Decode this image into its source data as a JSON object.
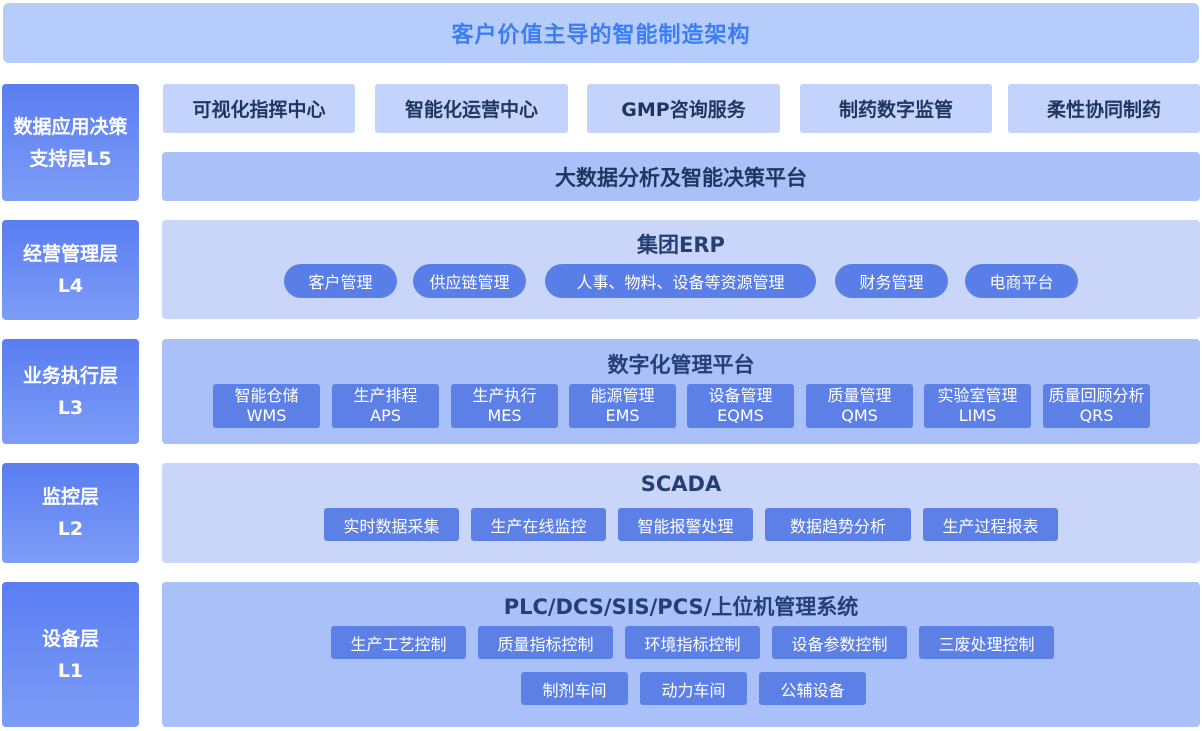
{
  "title": "客户价值主导的智能制造架构",
  "layers": {
    "l5": {
      "label_line1": "数据应用决策",
      "label_line2": "支持层L5",
      "apps": [
        "可视化指挥中心",
        "智能化运营中心",
        "GMP咨询服务",
        "制药数字监管",
        "柔性协同制药"
      ],
      "platform": "大数据分析及智能决策平台"
    },
    "l4": {
      "label_line1": "经营管理层",
      "label_line2": "L4",
      "title": "集团ERP",
      "items": [
        "客户管理",
        "供应链管理",
        "人事、物料、设备等资源管理",
        "财务管理",
        "电商平台"
      ]
    },
    "l3": {
      "label_line1": "业务执行层",
      "label_line2": "L3",
      "title": "数字化管理平台",
      "systems": [
        {
          "name": "智能仓储",
          "abbr": "WMS"
        },
        {
          "name": "生产排程",
          "abbr": "APS"
        },
        {
          "name": "生产执行",
          "abbr": "MES"
        },
        {
          "name": "能源管理",
          "abbr": "EMS"
        },
        {
          "name": "设备管理",
          "abbr": "EQMS"
        },
        {
          "name": "质量管理",
          "abbr": "QMS"
        },
        {
          "name": "实验室管理",
          "abbr": "LIMS"
        },
        {
          "name": "质量回顾分析",
          "abbr": "QRS"
        }
      ]
    },
    "l2": {
      "label_line1": "监控层",
      "label_line2": "L2",
      "title": "SCADA",
      "items": [
        "实时数据采集",
        "生产在线监控",
        "智能报警处理",
        "数据趋势分析",
        "生产过程报表"
      ]
    },
    "l1": {
      "label_line1": "设备层",
      "label_line2": "L1",
      "title": "PLC/DCS/SIS/PCS/上位机管理系统",
      "row1": [
        "生产工艺控制",
        "质量指标控制",
        "环境指标控制",
        "设备参数控制",
        "三废处理控制"
      ],
      "row2": [
        "制剂车间",
        "动力车间",
        "公辅设备"
      ]
    }
  },
  "colors": {
    "title_text": "#3d7df3",
    "title_bg": "#b6cdfc",
    "label_gradient_top": "#5a7df2",
    "label_gradient_bottom": "#7d9df6",
    "button_blue": "#5d80e6"
  }
}
